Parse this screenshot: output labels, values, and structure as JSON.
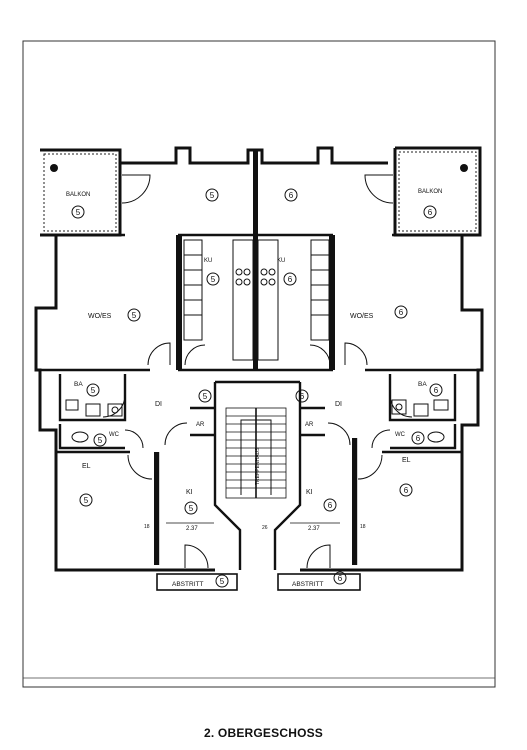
{
  "caption": "2. OBERGESCHOSS",
  "rooms": {
    "balkon": "BALKON",
    "wo_es": "WO/ES",
    "ku": "KU",
    "ba": "BA",
    "wc": "WC",
    "di": "DI",
    "ar": "AR",
    "el": "EL",
    "ki": "KI",
    "abstritt": "ABSTRITT"
  },
  "units": {
    "left": "5",
    "right": "6"
  },
  "dims": {
    "ki_width": "2.37",
    "side_mark": "18",
    "center_mark": "26"
  },
  "stair": {
    "label": "TREPPENHAUS"
  }
}
